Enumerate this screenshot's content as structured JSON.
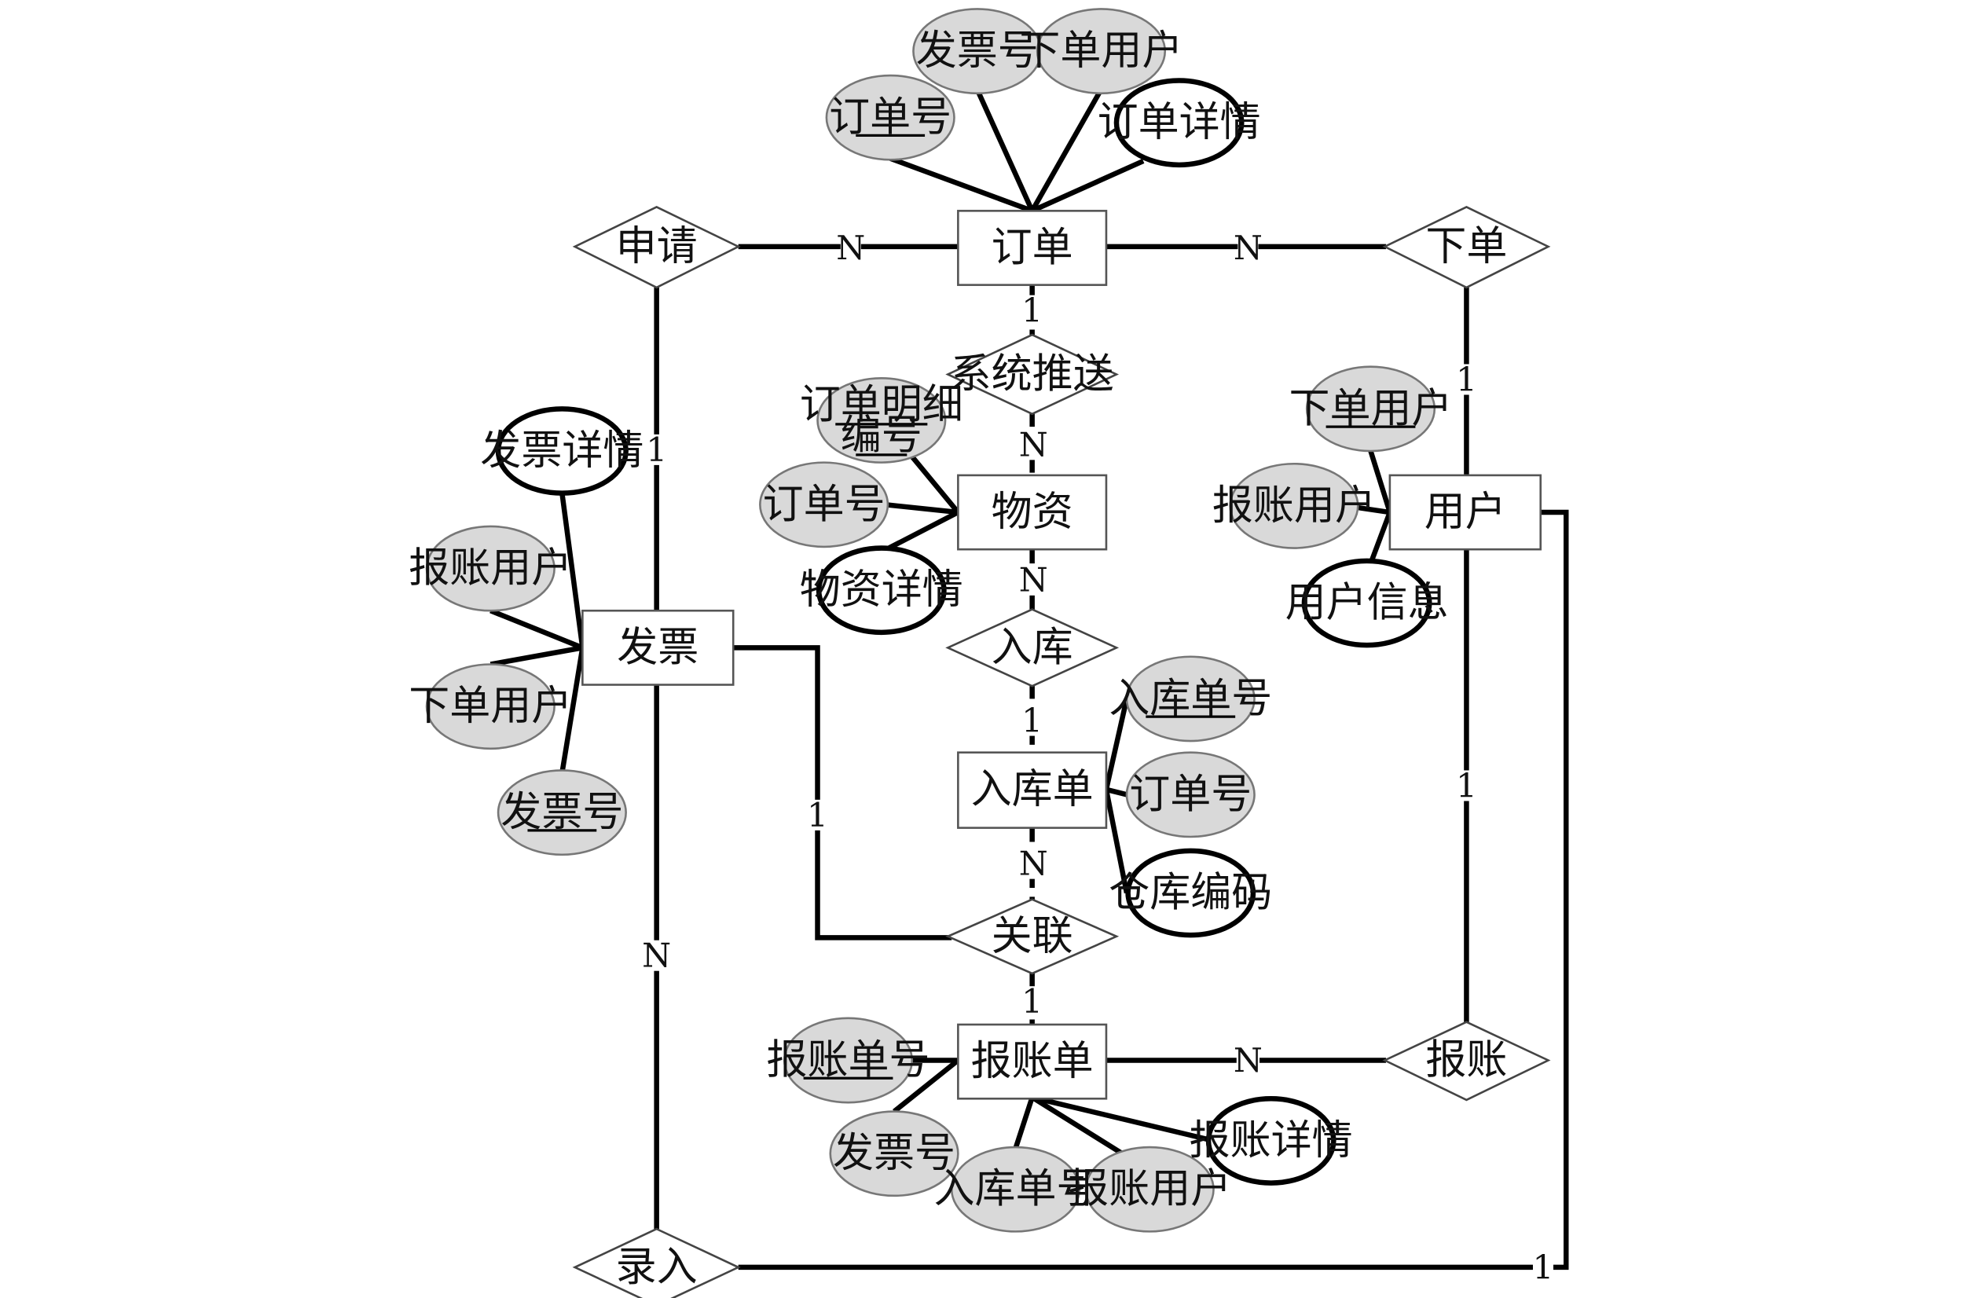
{
  "colors": {
    "line": "#000000",
    "key_attr_fill": "#d9d9d9",
    "entity_border": "#555555",
    "background": "#ffffff"
  },
  "entities": {
    "order": "订单",
    "material": "物资",
    "user": "用户",
    "invoice": "发票",
    "receipt": "入库单",
    "reimbursement": "报账单"
  },
  "relations": {
    "apply": "申请",
    "place_order": "下单",
    "push": "系统推送",
    "stock_in": "入库",
    "link": "关联",
    "reimburse": "报账",
    "enter": "录入"
  },
  "attributes": {
    "order": [
      "订单号",
      "发票号",
      "下单用户",
      "订单详情"
    ],
    "material": [
      "订单明细",
      "编号",
      "订单号",
      "物资详情"
    ],
    "user": [
      "下单用户",
      "报账用户",
      "用户信息"
    ],
    "invoice": [
      "发票详情",
      "报账用户",
      "下单用户",
      "发票号"
    ],
    "receipt": [
      "入库单号",
      "订单号",
      "仓库编码"
    ],
    "reimbursement": [
      "报账单号",
      "发票号",
      "入库单号",
      "报账用户",
      "报账详情"
    ]
  },
  "cardinality": {
    "apply_order": "N",
    "order_place": "N",
    "order_push": "1",
    "push_material": "N",
    "material_stockin": "N",
    "stockin_receipt": "1",
    "receipt_link": "N",
    "link_reimb": "1",
    "reimb_reimburse": "N",
    "apply_invoice": "1",
    "invoice_link": "1",
    "invoice_enter": "N",
    "place_user": "1",
    "user_reimburse": "1",
    "enter_user": "1"
  }
}
